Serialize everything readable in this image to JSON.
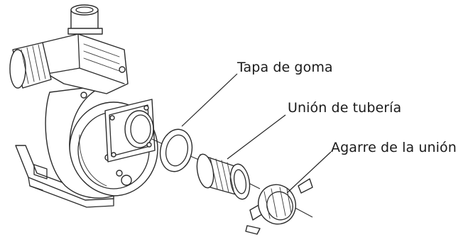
{
  "diagram": {
    "labels": {
      "rubber_cap": "Tapa de goma",
      "pipe_union": "Unión de tubería",
      "union_grip": "Agarre de la unión"
    }
  }
}
